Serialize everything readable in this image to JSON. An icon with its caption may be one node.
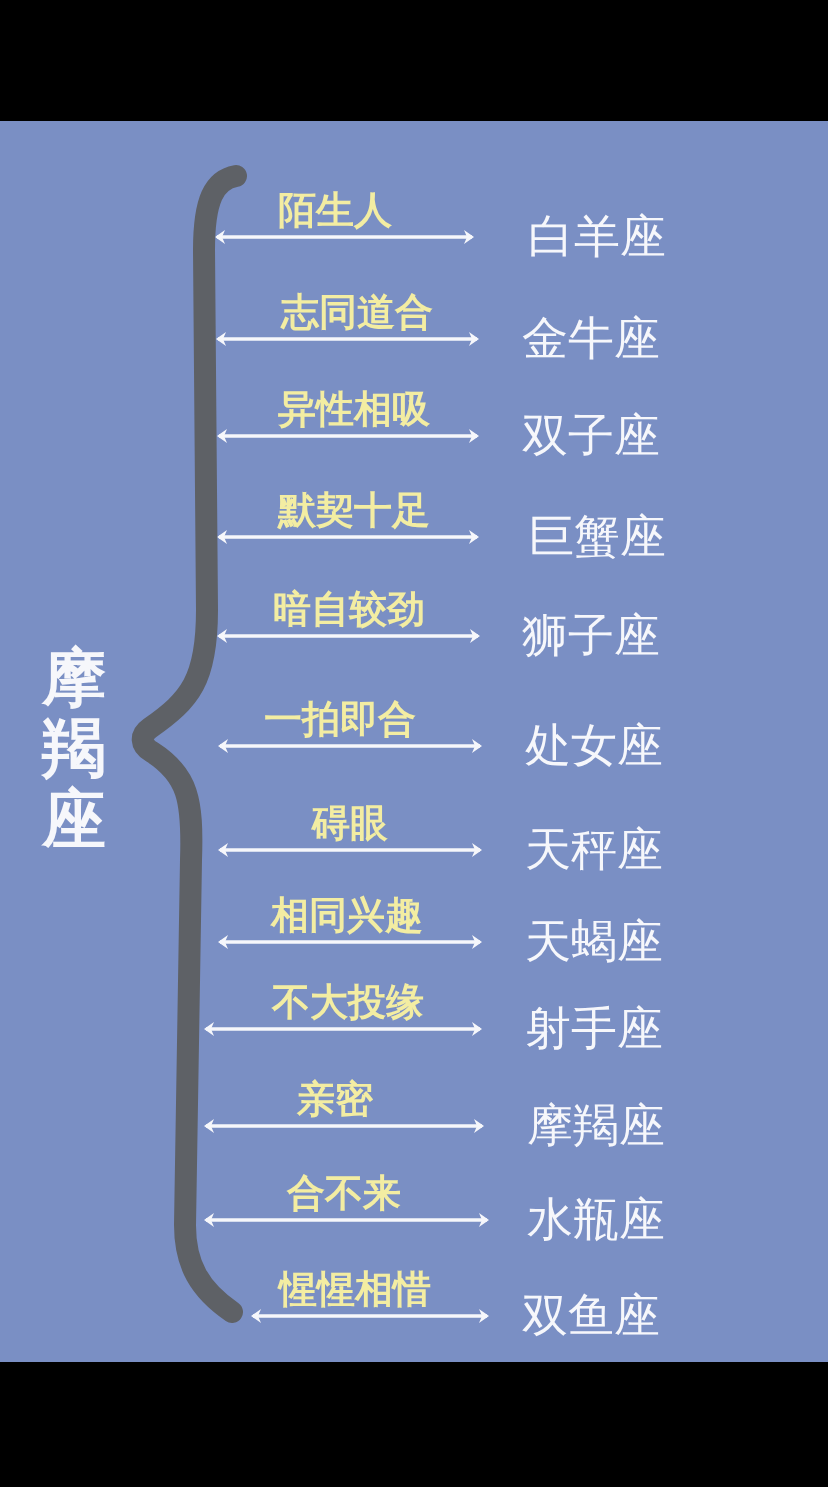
{
  "diagram": {
    "nodes": [
      {
        "text": [],
        "shape": "brace",
        "beside": [
          "摩羯座"
        ]
      },
      {
        "text": [
          "白羊座"
        ]
      },
      {
        "text": [
          "金牛座"
        ]
      },
      {
        "text": [
          "双子座"
        ]
      },
      {
        "text": [
          "巨蟹座"
        ]
      },
      {
        "text": [
          "狮子座"
        ]
      },
      {
        "text": [
          "处女座"
        ]
      },
      {
        "text": [
          "天秤座"
        ]
      },
      {
        "text": [
          "天蝎座"
        ]
      },
      {
        "text": [
          "射手座"
        ]
      },
      {
        "text": [
          "摩羯座"
        ]
      },
      {
        "text": [
          "水瓶座"
        ]
      },
      {
        "text": [
          "双鱼座"
        ]
      }
    ],
    "edges": [
      {
        "from": 0,
        "to": 1,
        "arrow": "both",
        "label": "陌生人"
      },
      {
        "from": 0,
        "to": 2,
        "arrow": "both",
        "label": "志同道合"
      },
      {
        "from": 0,
        "to": 3,
        "arrow": "both",
        "label": "异性相吸"
      },
      {
        "from": 0,
        "to": 4,
        "arrow": "both",
        "label": "默契十足"
      },
      {
        "from": 0,
        "to": 5,
        "arrow": "both",
        "label": "暗自较劲"
      },
      {
        "from": 0,
        "to": 6,
        "arrow": "both",
        "label": "一拍即合"
      },
      {
        "from": 0,
        "to": 7,
        "arrow": "both",
        "label": "碍眼"
      },
      {
        "from": 0,
        "to": 8,
        "arrow": "both",
        "label": "相同兴趣"
      },
      {
        "from": 0,
        "to": 9,
        "arrow": "both",
        "label": "不大投缘"
      },
      {
        "from": 0,
        "to": 10,
        "arrow": "both",
        "label": "亲密"
      },
      {
        "from": 0,
        "to": 11,
        "arrow": "both",
        "label": "合不来"
      },
      {
        "from": 0,
        "to": 12,
        "arrow": "both",
        "label": "惺惺相惜"
      }
    ]
  }
}
